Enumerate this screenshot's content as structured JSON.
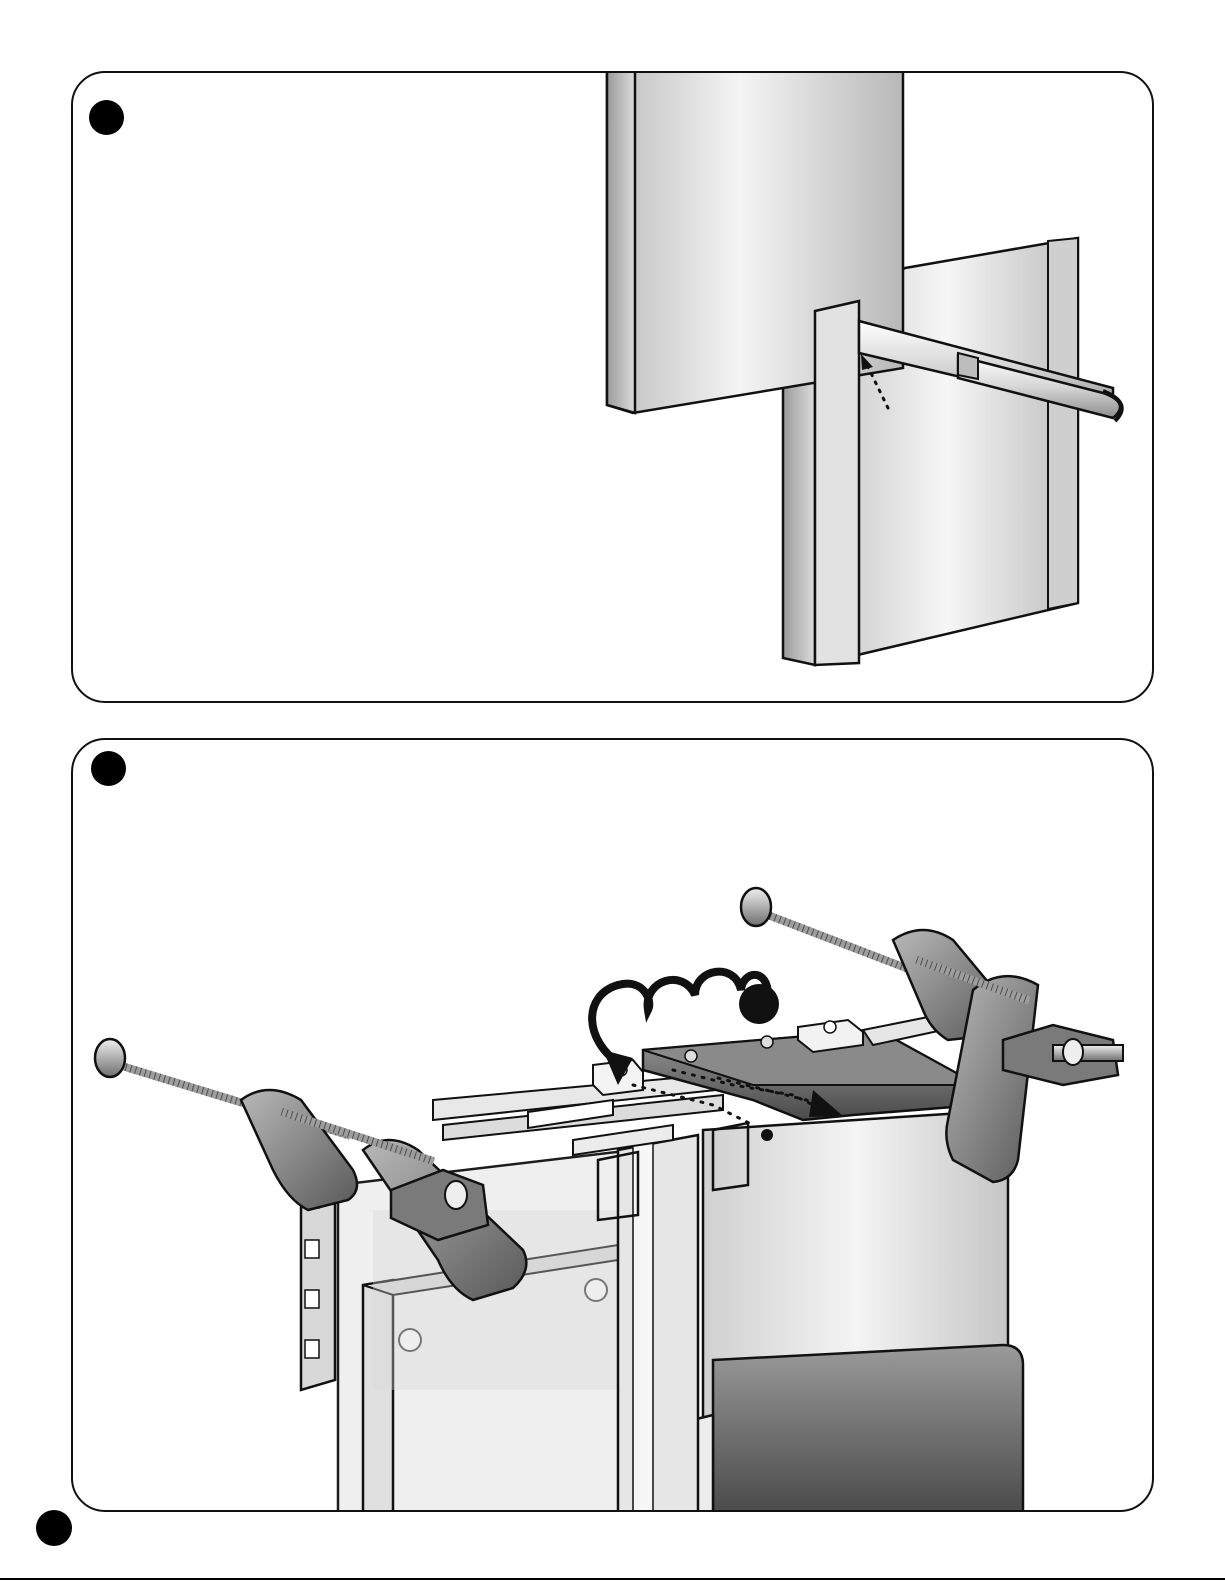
{
  "panels": [
    {
      "id": "step-1",
      "label": ""
    },
    {
      "id": "step-2",
      "label": ""
    }
  ],
  "page_number": "",
  "colors": {
    "outline": "#111111",
    "metal_light": "#f2f2f2",
    "metal_mid": "#c8c8c8",
    "metal_dark": "#6a6a6a",
    "badge": "#000000"
  },
  "icons": [
    "step-badge",
    "rotation-arrow-icon",
    "direction-arrow-icon",
    "dotted-guide-line"
  ]
}
